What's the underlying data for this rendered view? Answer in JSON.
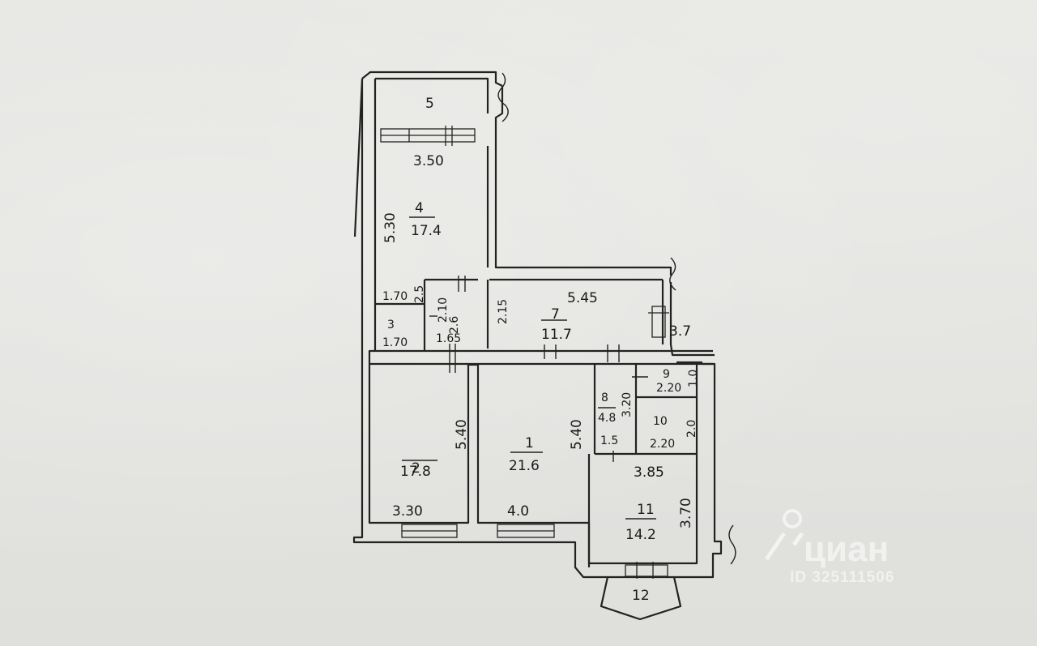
{
  "rooms": [
    {
      "id": "balcony-5",
      "num": "5"
    },
    {
      "id": "room-4",
      "num": "4",
      "area": "17.4"
    },
    {
      "id": "room-3",
      "num": "3"
    },
    {
      "id": "room-2",
      "num": "2",
      "area": "17.8"
    },
    {
      "id": "room-1",
      "num": "1",
      "area": "21.6"
    },
    {
      "id": "room-7",
      "num": "7",
      "area": "11.7"
    },
    {
      "id": "room-8",
      "num": "8",
      "area": "4.8"
    },
    {
      "id": "room-9",
      "num": "9"
    },
    {
      "id": "room-10",
      "num": "10"
    },
    {
      "id": "room-11",
      "num": "11",
      "area": "14.2"
    },
    {
      "id": "balcony-12",
      "num": "12"
    }
  ],
  "dimensions": {
    "d_350": "3.50",
    "d_530": "5.30",
    "d_170a": "1.70",
    "d_170b": "1.70",
    "d_25": "2.5",
    "d_210": "2.10",
    "d_26": "2.6",
    "d_165": "1.65",
    "d_215": "2.15",
    "d_545": "5.45",
    "d_37": "3.7",
    "d_540a": "5.40",
    "d_540b": "5.40",
    "d_330": "3.30",
    "d_40": "4.0",
    "d_320": "3.20",
    "d_220a": "2.20",
    "d_10": "1.0",
    "d_220b": "2.20",
    "d_20": "2.0",
    "d_15": "1.5",
    "d_385": "3.85",
    "d_370": "3.70"
  },
  "watermark": {
    "brand": "циан",
    "id": "ID 325111506"
  }
}
